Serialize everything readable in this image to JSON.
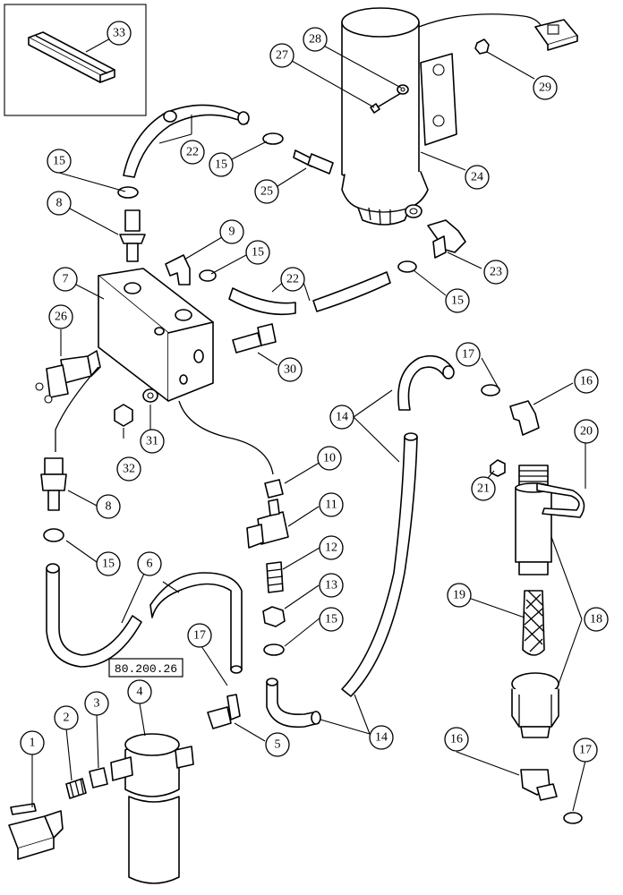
{
  "callouts": {
    "c1": "1",
    "c2": "2",
    "c3": "3",
    "c4": "4",
    "c5": "5",
    "c6": "6",
    "c7": "7",
    "c8a": "8",
    "c8b": "8",
    "c9": "9",
    "c10": "10",
    "c11": "11",
    "c12": "12",
    "c13": "13",
    "c14a": "14",
    "c14b": "14",
    "c15a": "15",
    "c15b": "15",
    "c15c": "15",
    "c15d": "15",
    "c15e": "15",
    "c15f": "15",
    "c16a": "16",
    "c16b": "16",
    "c17a": "17",
    "c17b": "17",
    "c17c": "17",
    "c18": "18",
    "c19": "19",
    "c20": "20",
    "c21": "21",
    "c22a": "22",
    "c22b": "22",
    "c23": "23",
    "c24": "24",
    "c25": "25",
    "c26": "26",
    "c27": "27",
    "c28": "28",
    "c29": "29",
    "c30": "30",
    "c31": "31",
    "c32": "32",
    "c33": "33"
  },
  "reference_label": "80.200.26"
}
